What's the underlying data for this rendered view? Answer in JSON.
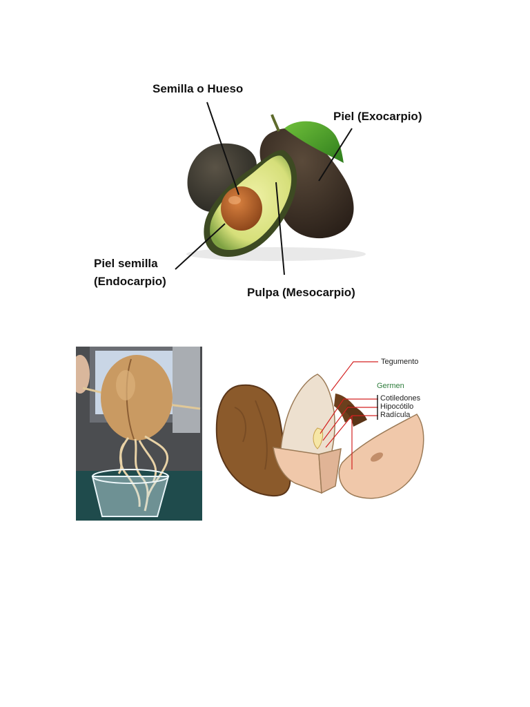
{
  "avocado_diagram": {
    "labels": {
      "seed": "Semilla o Hueso",
      "skin": "Piel (Exocarpio)",
      "seed_skin_line1": "Piel semilla",
      "seed_skin_line2": "(Endocarpio)",
      "pulp": "Pulpa (Mesocarpio)"
    }
  },
  "seed_diagram": {
    "labels": {
      "tegument": "Tegumento",
      "germ": "Germen",
      "cotyledons": "Cotiledones",
      "hypocotyl": "Hipocótilo",
      "radicle": "Radícula"
    },
    "colors": {
      "shell": "#8b5a2b",
      "flesh": "#f1d2b6",
      "pointer": "#d32020",
      "germ_label": "#2e7d3c"
    }
  }
}
